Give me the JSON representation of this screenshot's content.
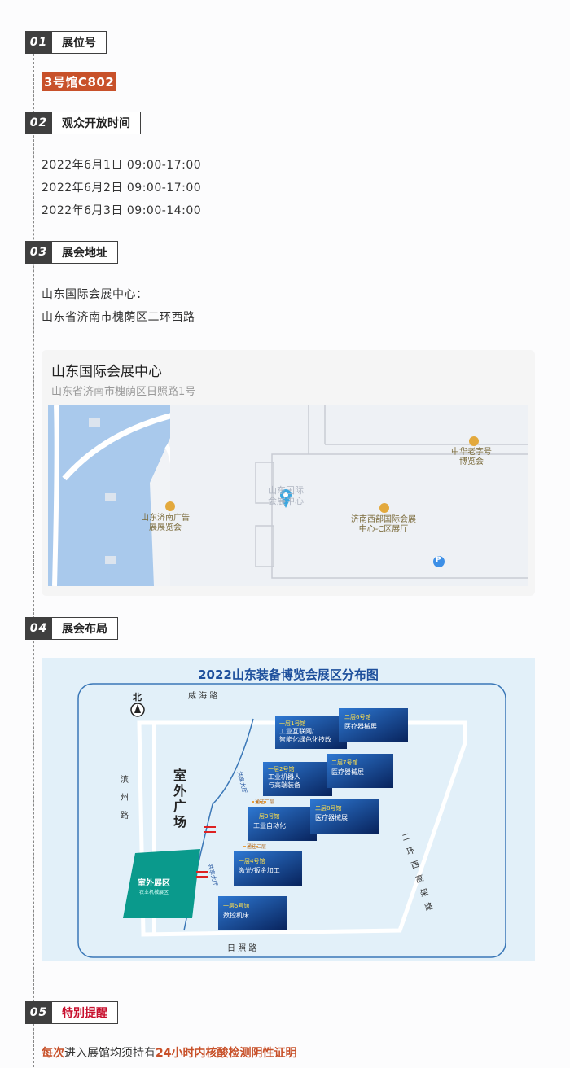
{
  "sections": [
    {
      "num": "01",
      "title": "展位号"
    },
    {
      "num": "02",
      "title": "观众开放时间"
    },
    {
      "num": "03",
      "title": "展会地址"
    },
    {
      "num": "04",
      "title": "展会布局"
    },
    {
      "num": "05",
      "title": "特别提醒"
    }
  ],
  "booth": "3号馆C802",
  "hours": [
    "2022年6月1日 09:00-17:00",
    "2022年6月2日 09:00-17:00",
    "2022年6月3日 09:00-14:00"
  ],
  "address": {
    "line1": "山东国际会展中心：",
    "line2": "山东省济南市槐荫区二环西路"
  },
  "map": {
    "title": "山东国际会展中心",
    "subtitle": "山东省济南市槐荫区日照路1号",
    "labels": {
      "venue": [
        "山东国际",
        "会展中心"
      ],
      "museum1": [
        "中华老字号",
        "博览会"
      ],
      "museum2": [
        "山东济南广告",
        "展展览会"
      ],
      "museum3": [
        "济南西部国际会展",
        "中心-C区展厅"
      ],
      "parking": "P"
    }
  },
  "plan": {
    "title": "2022山东装备博览会展区分布图",
    "north": "北",
    "roads": {
      "top": "威 海 路",
      "left": [
        "滨",
        "州",
        "路"
      ],
      "bottom": "日 照 路",
      "right": [
        "二",
        "环",
        "西",
        "高",
        "架",
        "路"
      ]
    },
    "plaza": [
      "室",
      "外",
      "广",
      "场"
    ],
    "hall_label": "共享大厅",
    "outdoor": {
      "title": "室外展区",
      "sub": "农业机械展区"
    },
    "to_second": "通往二层",
    "halls": [
      {
        "floor": "一层1号馆",
        "lines": [
          "工业互联网/",
          "智能化绿色化技改"
        ]
      },
      {
        "floor": "二层6号馆",
        "lines": [
          "医疗器械展"
        ]
      },
      {
        "floor": "一层2号馆",
        "lines": [
          "工业机器人",
          "与高端装备"
        ]
      },
      {
        "floor": "二层7号馆",
        "lines": [
          "医疗器械展"
        ]
      },
      {
        "floor": "一层3号馆",
        "lines": [
          "工业自动化"
        ]
      },
      {
        "floor": "二层8号馆",
        "lines": [
          "医疗器械展"
        ]
      },
      {
        "floor": "一层4号馆",
        "lines": [
          "激光/钣金加工"
        ]
      },
      {
        "floor": "一层5号馆",
        "lines": [
          "数控机床"
        ]
      }
    ]
  },
  "notice": {
    "pre": "每次",
    "mid": "进入展馆均须持有",
    "post": "24小时内核酸检测阴性证明"
  },
  "colors": {
    "accent": "#c8512a",
    "dark": "#3f3f3f",
    "hall_blue": "#0c3c8c"
  }
}
